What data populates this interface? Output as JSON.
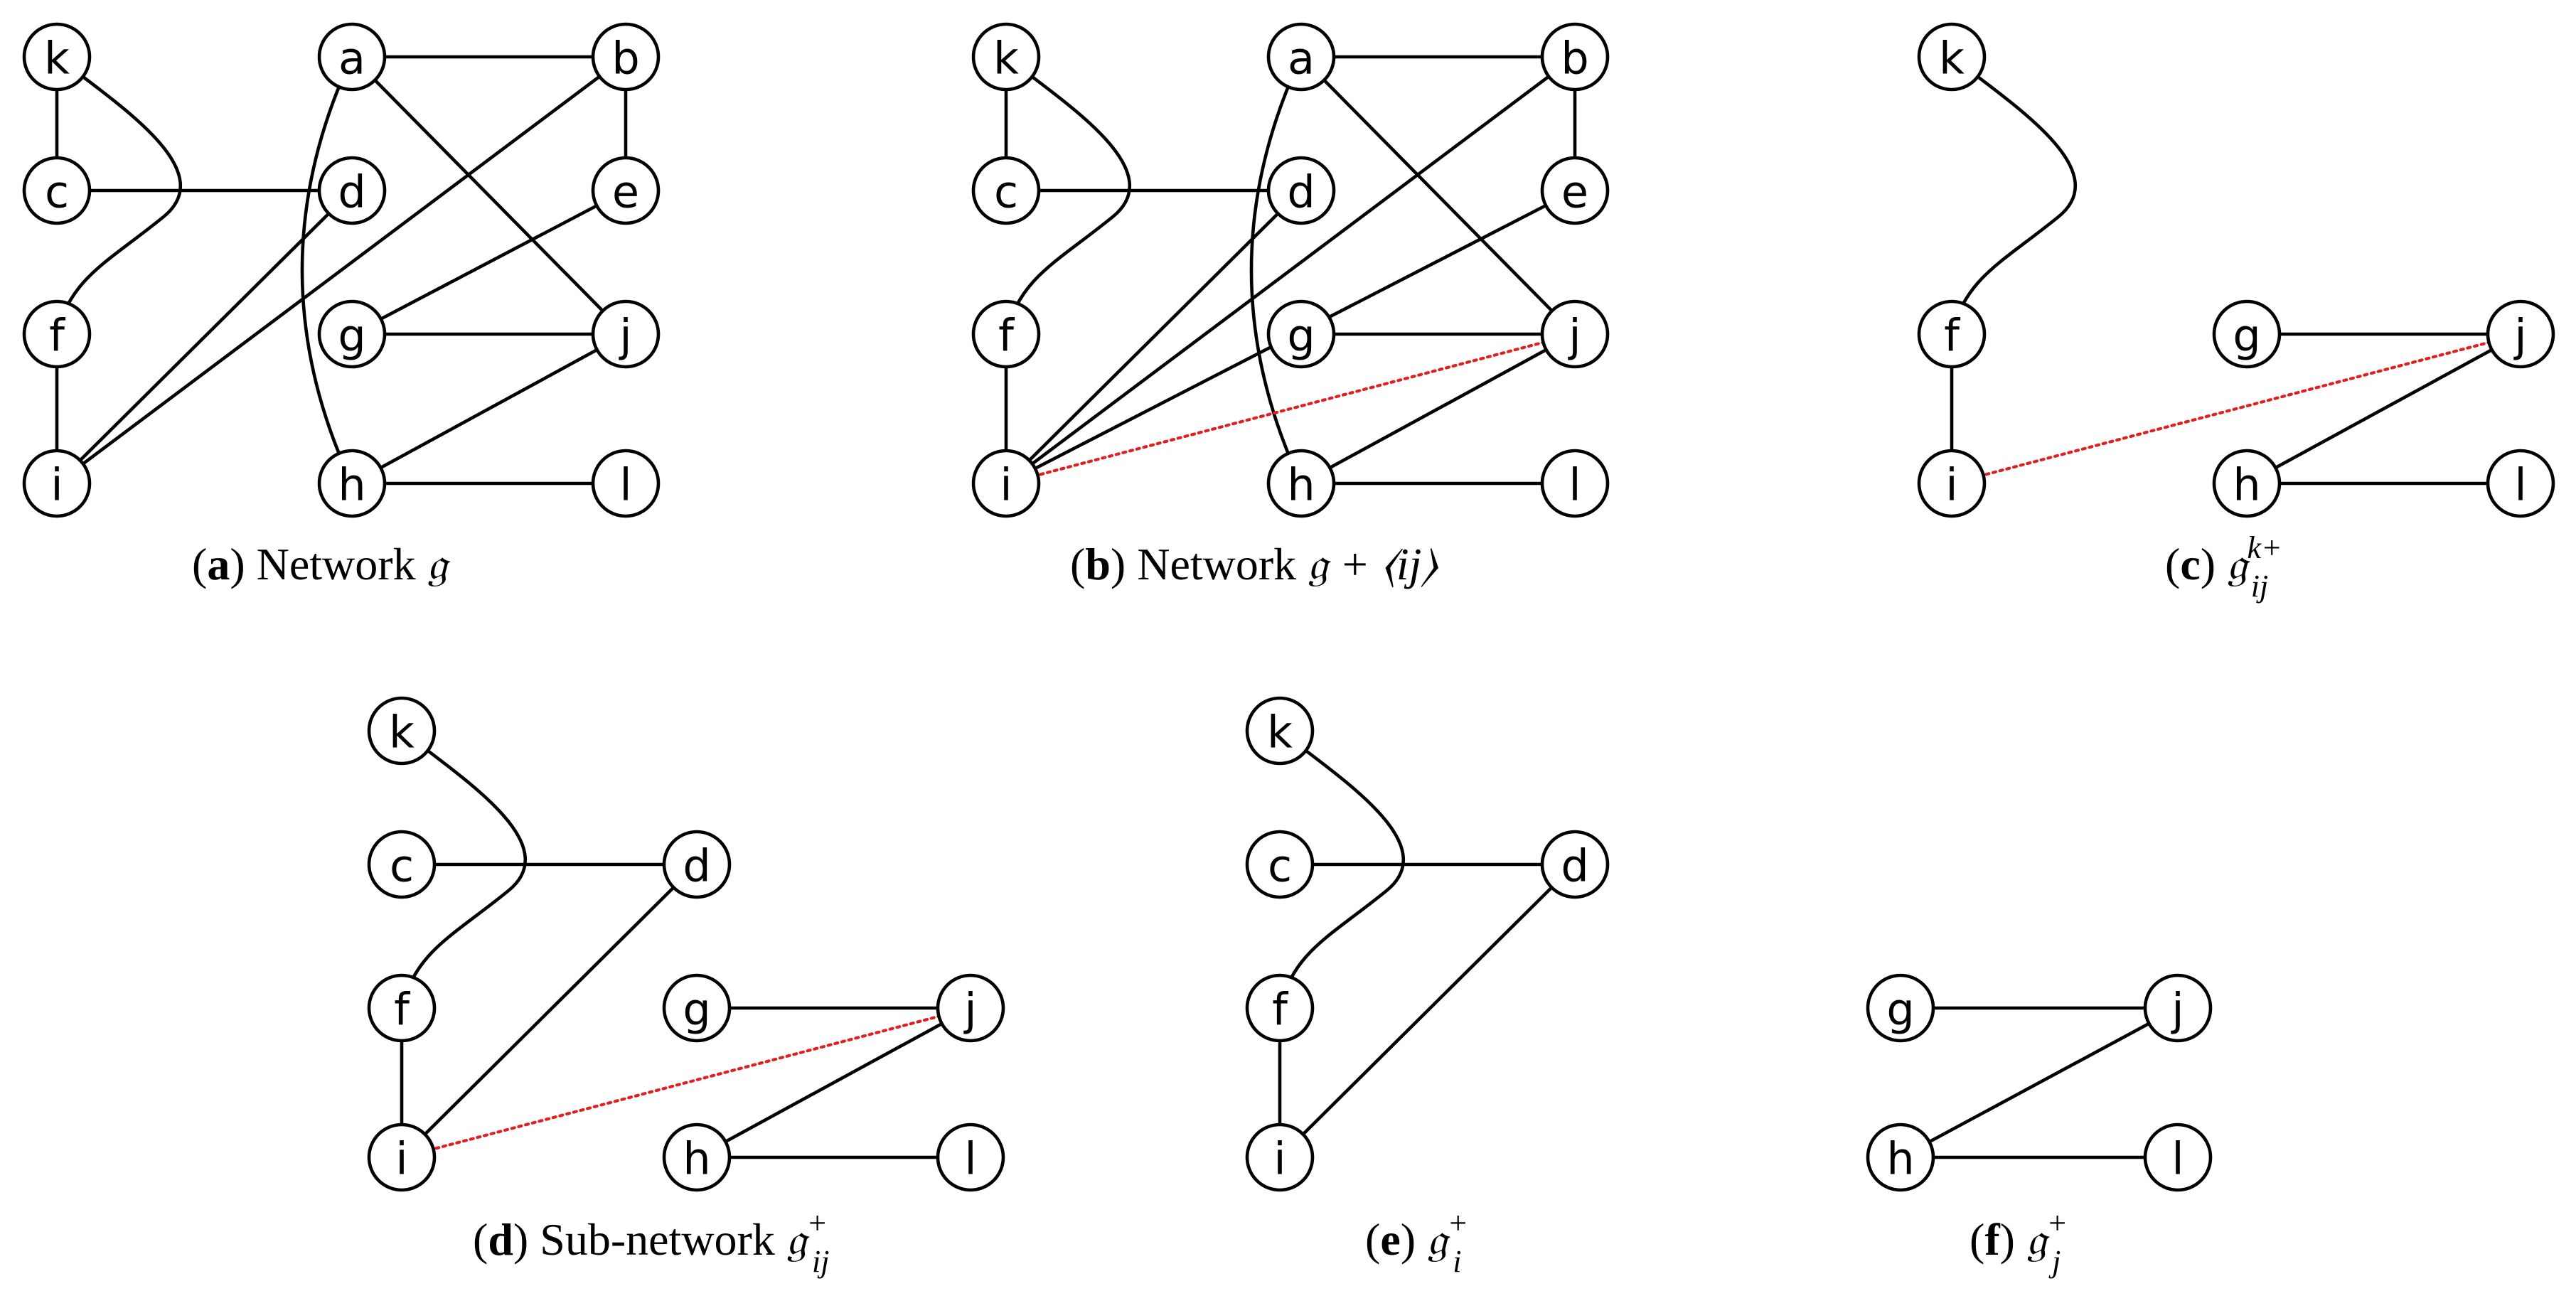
{
  "panels": [
    {
      "id": "a",
      "caption": {
        "paren_open": "(",
        "letter": "a",
        "paren_close": ")",
        "text": "Network",
        "math": "𝔤",
        "sup": "",
        "sub": "",
        "tail": ""
      },
      "nodes": [
        {
          "id": "k",
          "label": "k"
        },
        {
          "id": "a",
          "label": "a"
        },
        {
          "id": "b",
          "label": "b"
        },
        {
          "id": "c",
          "label": "c"
        },
        {
          "id": "d",
          "label": "d"
        },
        {
          "id": "e",
          "label": "e"
        },
        {
          "id": "f",
          "label": "f"
        },
        {
          "id": "g",
          "label": "g"
        },
        {
          "id": "j",
          "label": "j"
        },
        {
          "id": "i",
          "label": "i"
        },
        {
          "id": "h",
          "label": "h"
        },
        {
          "id": "l",
          "label": "l"
        }
      ],
      "edges": [
        [
          "k",
          "c"
        ],
        [
          "k",
          "f"
        ],
        [
          "c",
          "d"
        ],
        [
          "f",
          "i"
        ],
        [
          "d",
          "i"
        ],
        [
          "b",
          "i"
        ],
        [
          "a",
          "b"
        ],
        [
          "a",
          "j"
        ],
        [
          "a",
          "h"
        ],
        [
          "b",
          "e"
        ],
        [
          "e",
          "g"
        ],
        [
          "g",
          "j"
        ],
        [
          "h",
          "j"
        ],
        [
          "h",
          "l"
        ]
      ],
      "added_edges": []
    },
    {
      "id": "b",
      "caption": {
        "paren_open": "(",
        "letter": "b",
        "paren_close": ")",
        "text": "Network",
        "math": "𝔤 + ⟨ij⟩",
        "sup": "",
        "sub": "",
        "tail": ""
      },
      "nodes": [
        {
          "id": "k",
          "label": "k"
        },
        {
          "id": "a",
          "label": "a"
        },
        {
          "id": "b",
          "label": "b"
        },
        {
          "id": "c",
          "label": "c"
        },
        {
          "id": "d",
          "label": "d"
        },
        {
          "id": "e",
          "label": "e"
        },
        {
          "id": "f",
          "label": "f"
        },
        {
          "id": "g",
          "label": "g"
        },
        {
          "id": "j",
          "label": "j"
        },
        {
          "id": "i",
          "label": "i"
        },
        {
          "id": "h",
          "label": "h"
        },
        {
          "id": "l",
          "label": "l"
        }
      ],
      "edges": [
        [
          "k",
          "c"
        ],
        [
          "k",
          "f"
        ],
        [
          "c",
          "d"
        ],
        [
          "f",
          "i"
        ],
        [
          "d",
          "i"
        ],
        [
          "b",
          "i"
        ],
        [
          "a",
          "b"
        ],
        [
          "a",
          "j"
        ],
        [
          "a",
          "h"
        ],
        [
          "b",
          "e"
        ],
        [
          "e",
          "i"
        ],
        [
          "g",
          "j"
        ],
        [
          "h",
          "j"
        ],
        [
          "h",
          "l"
        ]
      ],
      "added_edges": [
        [
          "i",
          "j"
        ]
      ]
    },
    {
      "id": "c",
      "caption": {
        "paren_open": "(",
        "letter": "c",
        "paren_close": ")",
        "text": "",
        "math": "𝔤",
        "sup": "k+",
        "sub": "ij",
        "tail": ""
      },
      "nodes": [
        {
          "id": "k",
          "label": "k"
        },
        {
          "id": "f",
          "label": "f"
        },
        {
          "id": "g",
          "label": "g"
        },
        {
          "id": "j",
          "label": "j"
        },
        {
          "id": "i",
          "label": "i"
        },
        {
          "id": "h",
          "label": "h"
        },
        {
          "id": "l",
          "label": "l"
        }
      ],
      "edges": [
        [
          "k",
          "f"
        ],
        [
          "f",
          "i"
        ],
        [
          "g",
          "j"
        ],
        [
          "h",
          "j"
        ],
        [
          "h",
          "l"
        ]
      ],
      "added_edges": [
        [
          "i",
          "j"
        ]
      ]
    },
    {
      "id": "d",
      "caption": {
        "paren_open": "(",
        "letter": "d",
        "paren_close": ")",
        "text": "Sub-network",
        "math": "𝔤",
        "sup": "+",
        "sub": "ij",
        "tail": ""
      },
      "nodes": [
        {
          "id": "k",
          "label": "k"
        },
        {
          "id": "c",
          "label": "c"
        },
        {
          "id": "d",
          "label": "d"
        },
        {
          "id": "f",
          "label": "f"
        },
        {
          "id": "g",
          "label": "g"
        },
        {
          "id": "j",
          "label": "j"
        },
        {
          "id": "i",
          "label": "i"
        },
        {
          "id": "h",
          "label": "h"
        },
        {
          "id": "l",
          "label": "l"
        }
      ],
      "edges": [
        [
          "k",
          "f"
        ],
        [
          "c",
          "d"
        ],
        [
          "f",
          "i"
        ],
        [
          "d",
          "i"
        ],
        [
          "g",
          "j"
        ],
        [
          "h",
          "j"
        ],
        [
          "h",
          "l"
        ]
      ],
      "added_edges": [
        [
          "i",
          "j"
        ]
      ]
    },
    {
      "id": "e",
      "caption": {
        "paren_open": "(",
        "letter": "e",
        "paren_close": ")",
        "text": "",
        "math": "𝔤",
        "sup": "+",
        "sub": "i",
        "tail": ""
      },
      "nodes": [
        {
          "id": "k",
          "label": "k"
        },
        {
          "id": "c",
          "label": "c"
        },
        {
          "id": "d",
          "label": "d"
        },
        {
          "id": "f",
          "label": "f"
        },
        {
          "id": "i",
          "label": "i"
        }
      ],
      "edges": [
        [
          "k",
          "f"
        ],
        [
          "c",
          "d"
        ],
        [
          "f",
          "i"
        ],
        [
          "d",
          "i"
        ]
      ],
      "added_edges": []
    },
    {
      "id": "f",
      "caption": {
        "paren_open": "(",
        "letter": "f",
        "paren_close": ")",
        "text": "",
        "math": "𝔤",
        "sup": "+",
        "sub": "j",
        "tail": ""
      },
      "nodes": [
        {
          "id": "g",
          "label": "g"
        },
        {
          "id": "j",
          "label": "j"
        },
        {
          "id": "h",
          "label": "h"
        },
        {
          "id": "l",
          "label": "l"
        }
      ],
      "edges": [
        [
          "g",
          "j"
        ],
        [
          "h",
          "j"
        ],
        [
          "h",
          "l"
        ]
      ],
      "added_edges": []
    }
  ]
}
